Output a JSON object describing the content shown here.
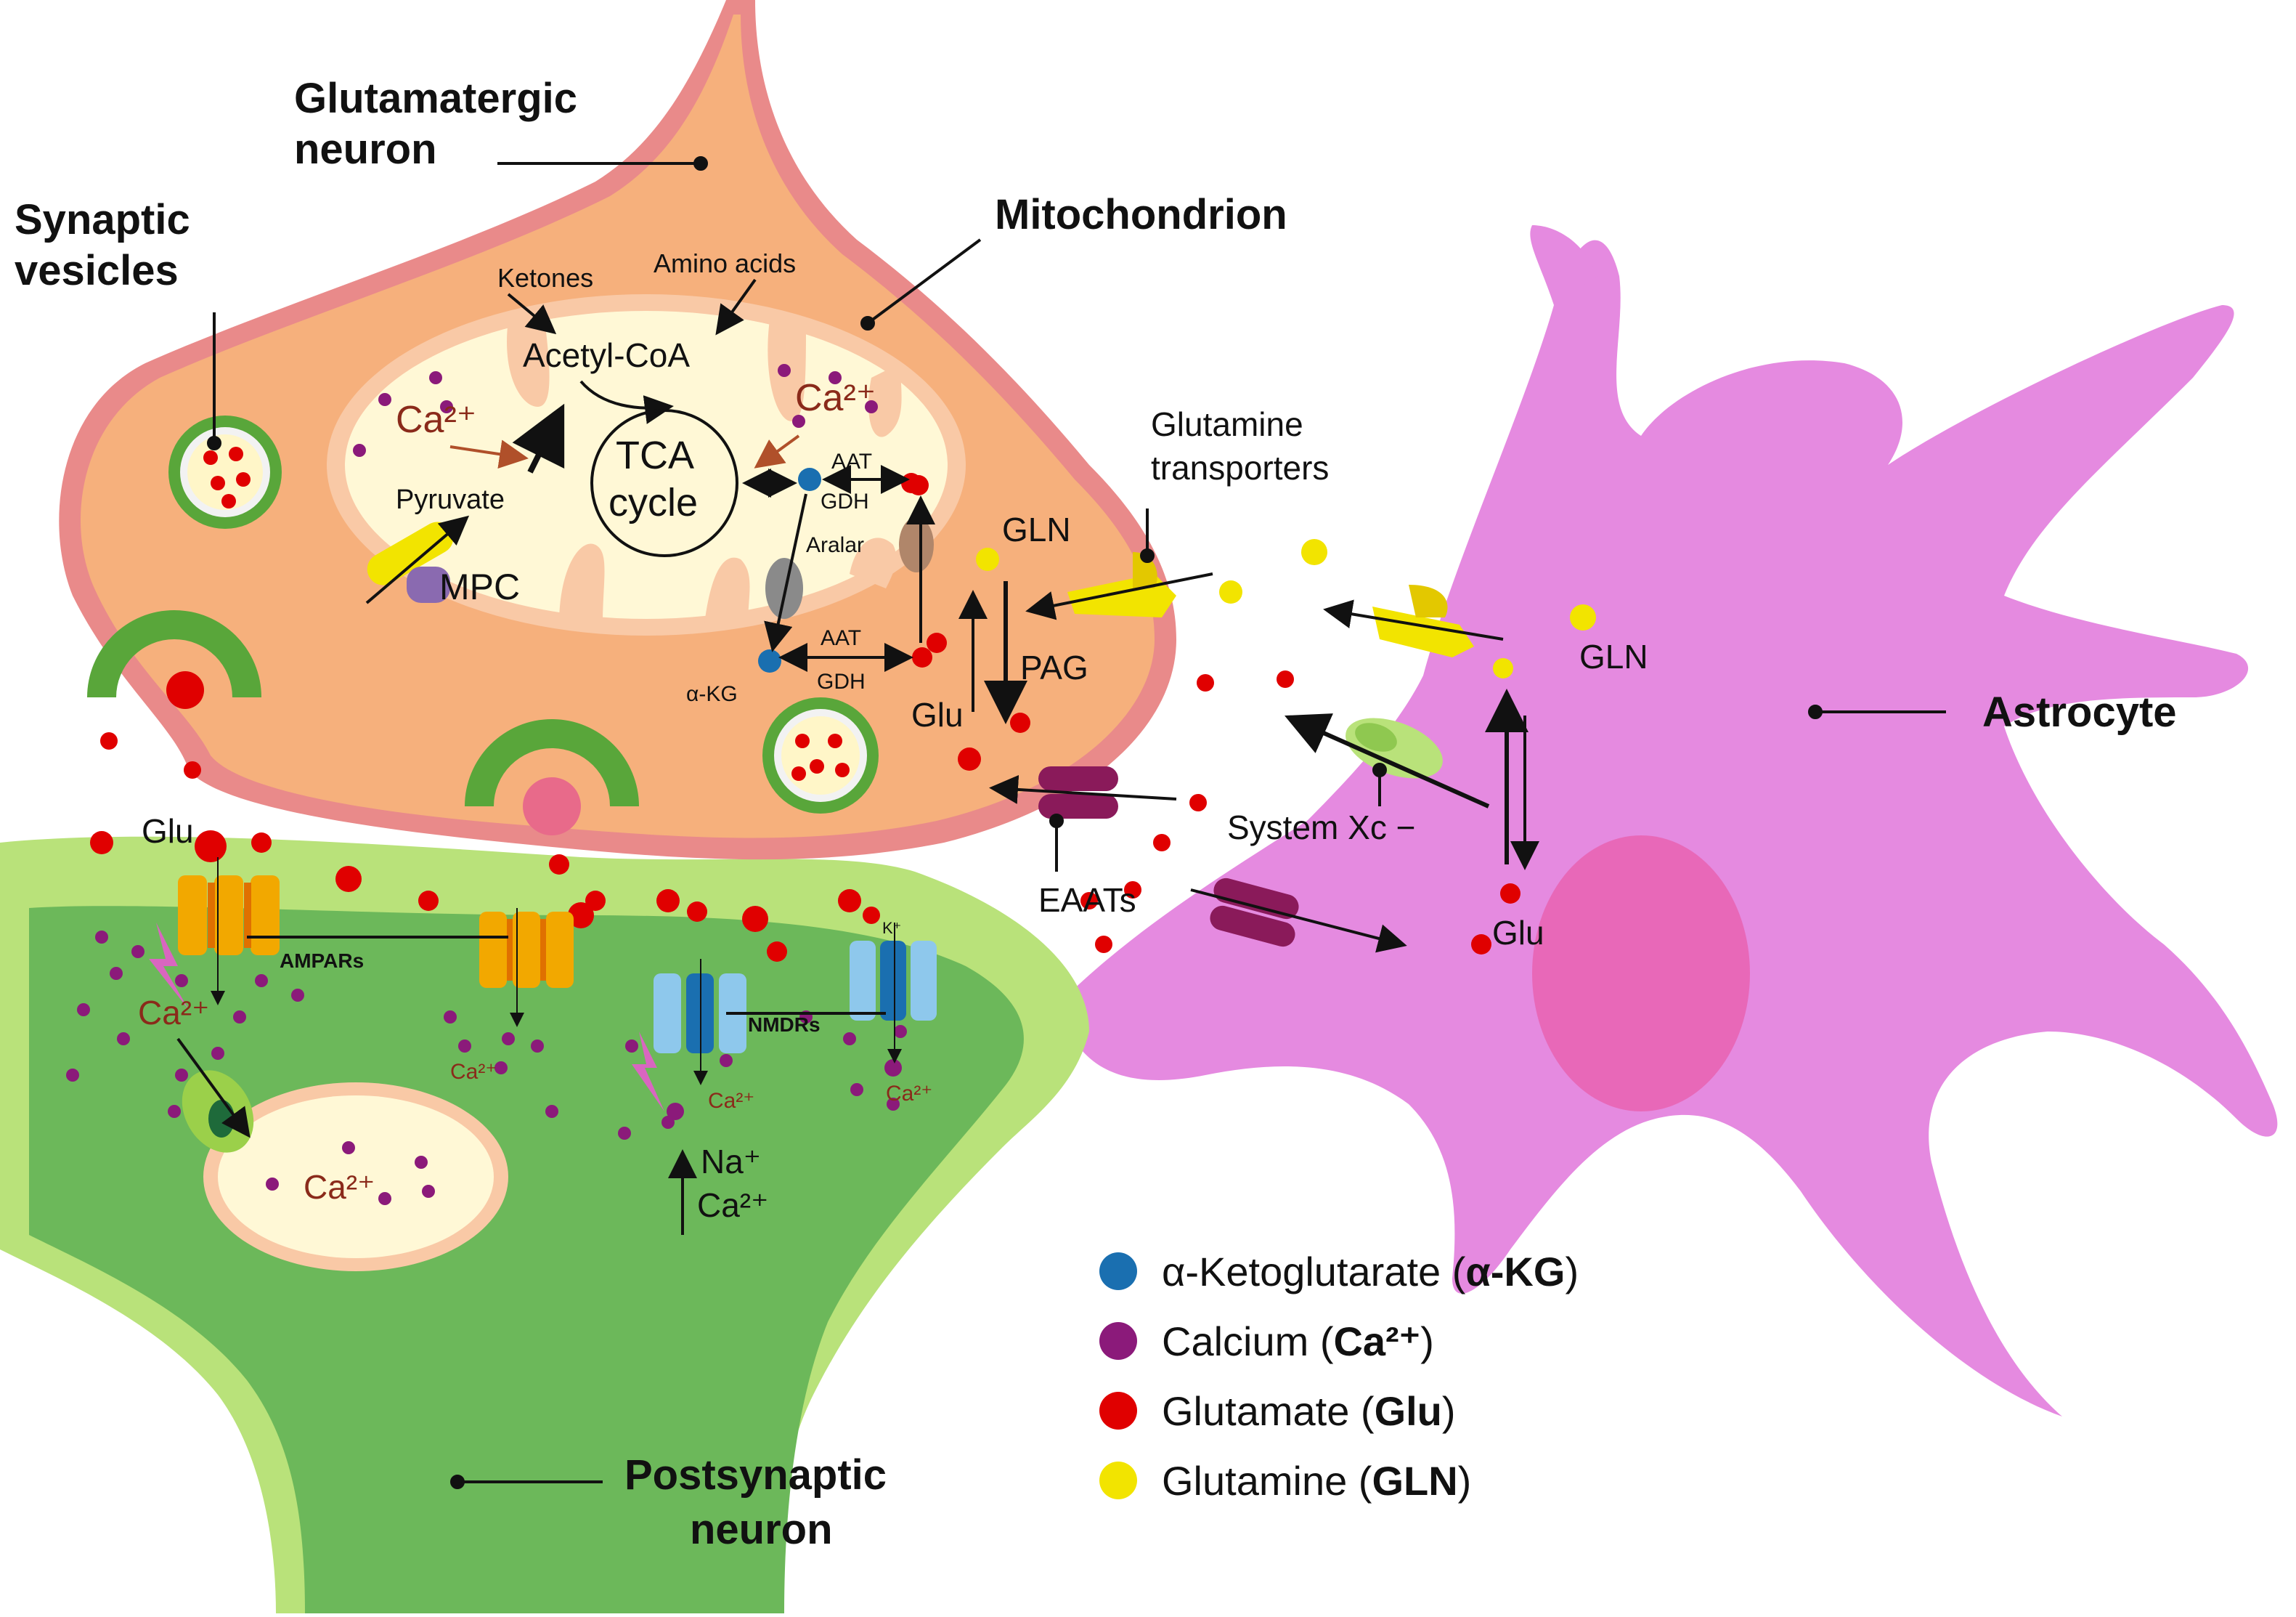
{
  "labels": {
    "glutamatergic_neuron": [
      "Glutamatergic",
      "neuron"
    ],
    "synaptic_vesicles": [
      "Synaptic",
      "vesicles"
    ],
    "mitochondrion": "Mitochondrion",
    "astrocyte": "Astrocyte",
    "postsynaptic_neuron": [
      "Postsynaptic",
      "neuron"
    ],
    "ketones": "Ketones",
    "amino_acids": "Amino acids",
    "acetyl_coa": "Acetyl-CoA",
    "tca_cycle": [
      "TCA",
      "cycle"
    ],
    "pyruvate": "Pyruvate",
    "mpc": "MPC",
    "aat_top": "AAT",
    "gdh_top": "GDH",
    "aralar": "Aralar",
    "aat_bottom": "AAT",
    "gdh_bottom": "GDH",
    "akg": "α-KG",
    "ca_mito_left": "Ca²⁺",
    "ca_mito_right": "Ca²⁺",
    "gln_neuron": "GLN",
    "pag": "PAG",
    "glu_neuron": "Glu",
    "glutamine_transporters": [
      "Glutamine",
      "transporters"
    ],
    "gln_astro": "GLN",
    "system_xc": "System Xc −",
    "eaats": "EAATs",
    "glu_astro": "Glu",
    "glu_cleft": "Glu",
    "ampars": "AMPARs",
    "nmdrs": "NMDRs",
    "k_ion": "K⁺",
    "ca_post_1": "Ca²⁺",
    "ca_post_2": "Ca²⁺",
    "ca_post_3": "Ca²⁺",
    "ca_post_4": "Ca²⁺",
    "ca_post_mito": "Ca²⁺",
    "na_in": "Na⁺",
    "ca_in": "Ca²⁺"
  },
  "legend": [
    {
      "color": "#1a6fb0",
      "text": "α-Ketoglutarate (",
      "bold": "α-KG",
      "close": ")"
    },
    {
      "color": "#8b1a7a",
      "text": "Calcium (",
      "bold": "Ca²⁺",
      "close": ")"
    },
    {
      "color": "#e00000",
      "text": "Glutamate (",
      "bold": "Glu",
      "close": ")"
    },
    {
      "color": "#f2e400",
      "text": "Glutamine (",
      "bold": "GLN",
      "close": ")"
    }
  ],
  "colors": {
    "presynaptic": "#f6b07c",
    "presynaptic_rim": "#e98a8a",
    "postsynaptic_outer": "#b9e27a",
    "postsynaptic_inner": "#6cb85a",
    "astrocyte": "#e58ae0",
    "astrocyte_nucleus": "#e868b8",
    "mito_matrix": "#fff8d6",
    "mito_membrane": "#f9c9a6",
    "glutamate": "#e00000",
    "calcium": "#8b1a7a",
    "akg": "#1a6fb0",
    "glutamine": "#f2e400"
  }
}
